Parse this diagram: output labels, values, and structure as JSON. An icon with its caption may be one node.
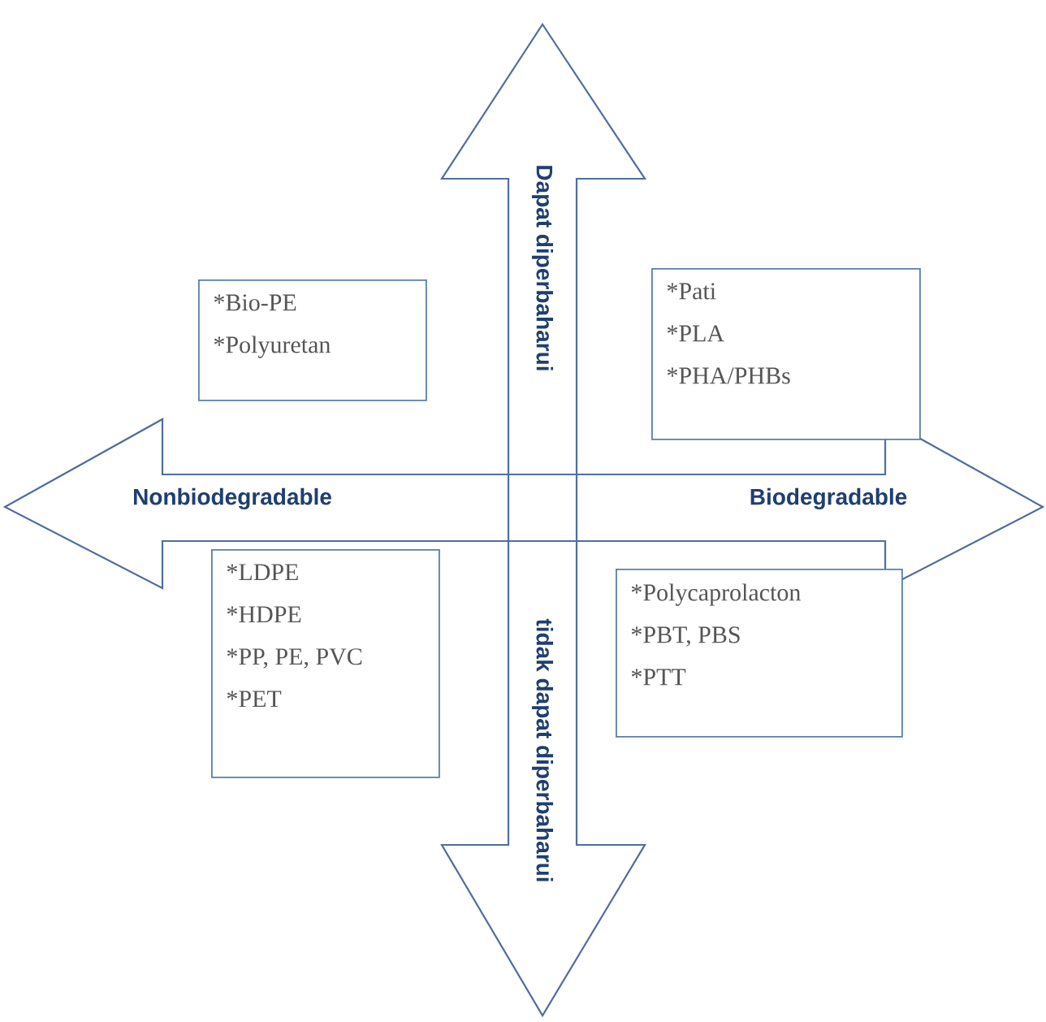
{
  "diagram": {
    "nodes": [
      {
        "text": [
          "*Bio-PE",
          "*Polyuretan"
        ]
      },
      {
        "text": [
          "*Pati",
          "*PLA",
          "*PHA/PHBs"
        ]
      },
      {
        "text": [
          "*LDPE",
          "*HDPE",
          "*PP, PE, PVC",
          "*PET"
        ]
      },
      {
        "text": [
          "*Polycaprolacton",
          "*PBT, PBS",
          "*PTT"
        ]
      }
    ],
    "labels": [
      "Dapat diperbaharui",
      "Nonbiodegradable",
      "Biodegradable",
      "tidak dapat diperbaharui"
    ]
  }
}
